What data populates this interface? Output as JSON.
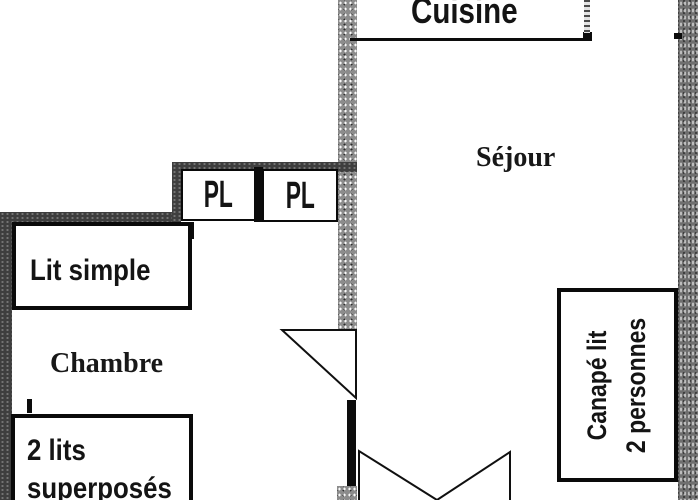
{
  "rooms": {
    "cuisine": "Cuisine",
    "sejour": "Séjour",
    "chambre": "Chambre"
  },
  "closets": {
    "left": "PL",
    "right": "PL"
  },
  "furniture": {
    "single_bed": "Lit simple",
    "bunk_beds": {
      "line1": "2 lits",
      "line2": "superposés"
    },
    "sofa_bed": {
      "line1": "Canapé lit",
      "line2": "2 personnes"
    }
  },
  "colors": {
    "wall_dark": "#3e3e3e",
    "wall_speckled": "#8c8c8c",
    "wall_right": "#6f6f6f",
    "line_black": "#0c0c0c",
    "background": "#ffffff"
  }
}
